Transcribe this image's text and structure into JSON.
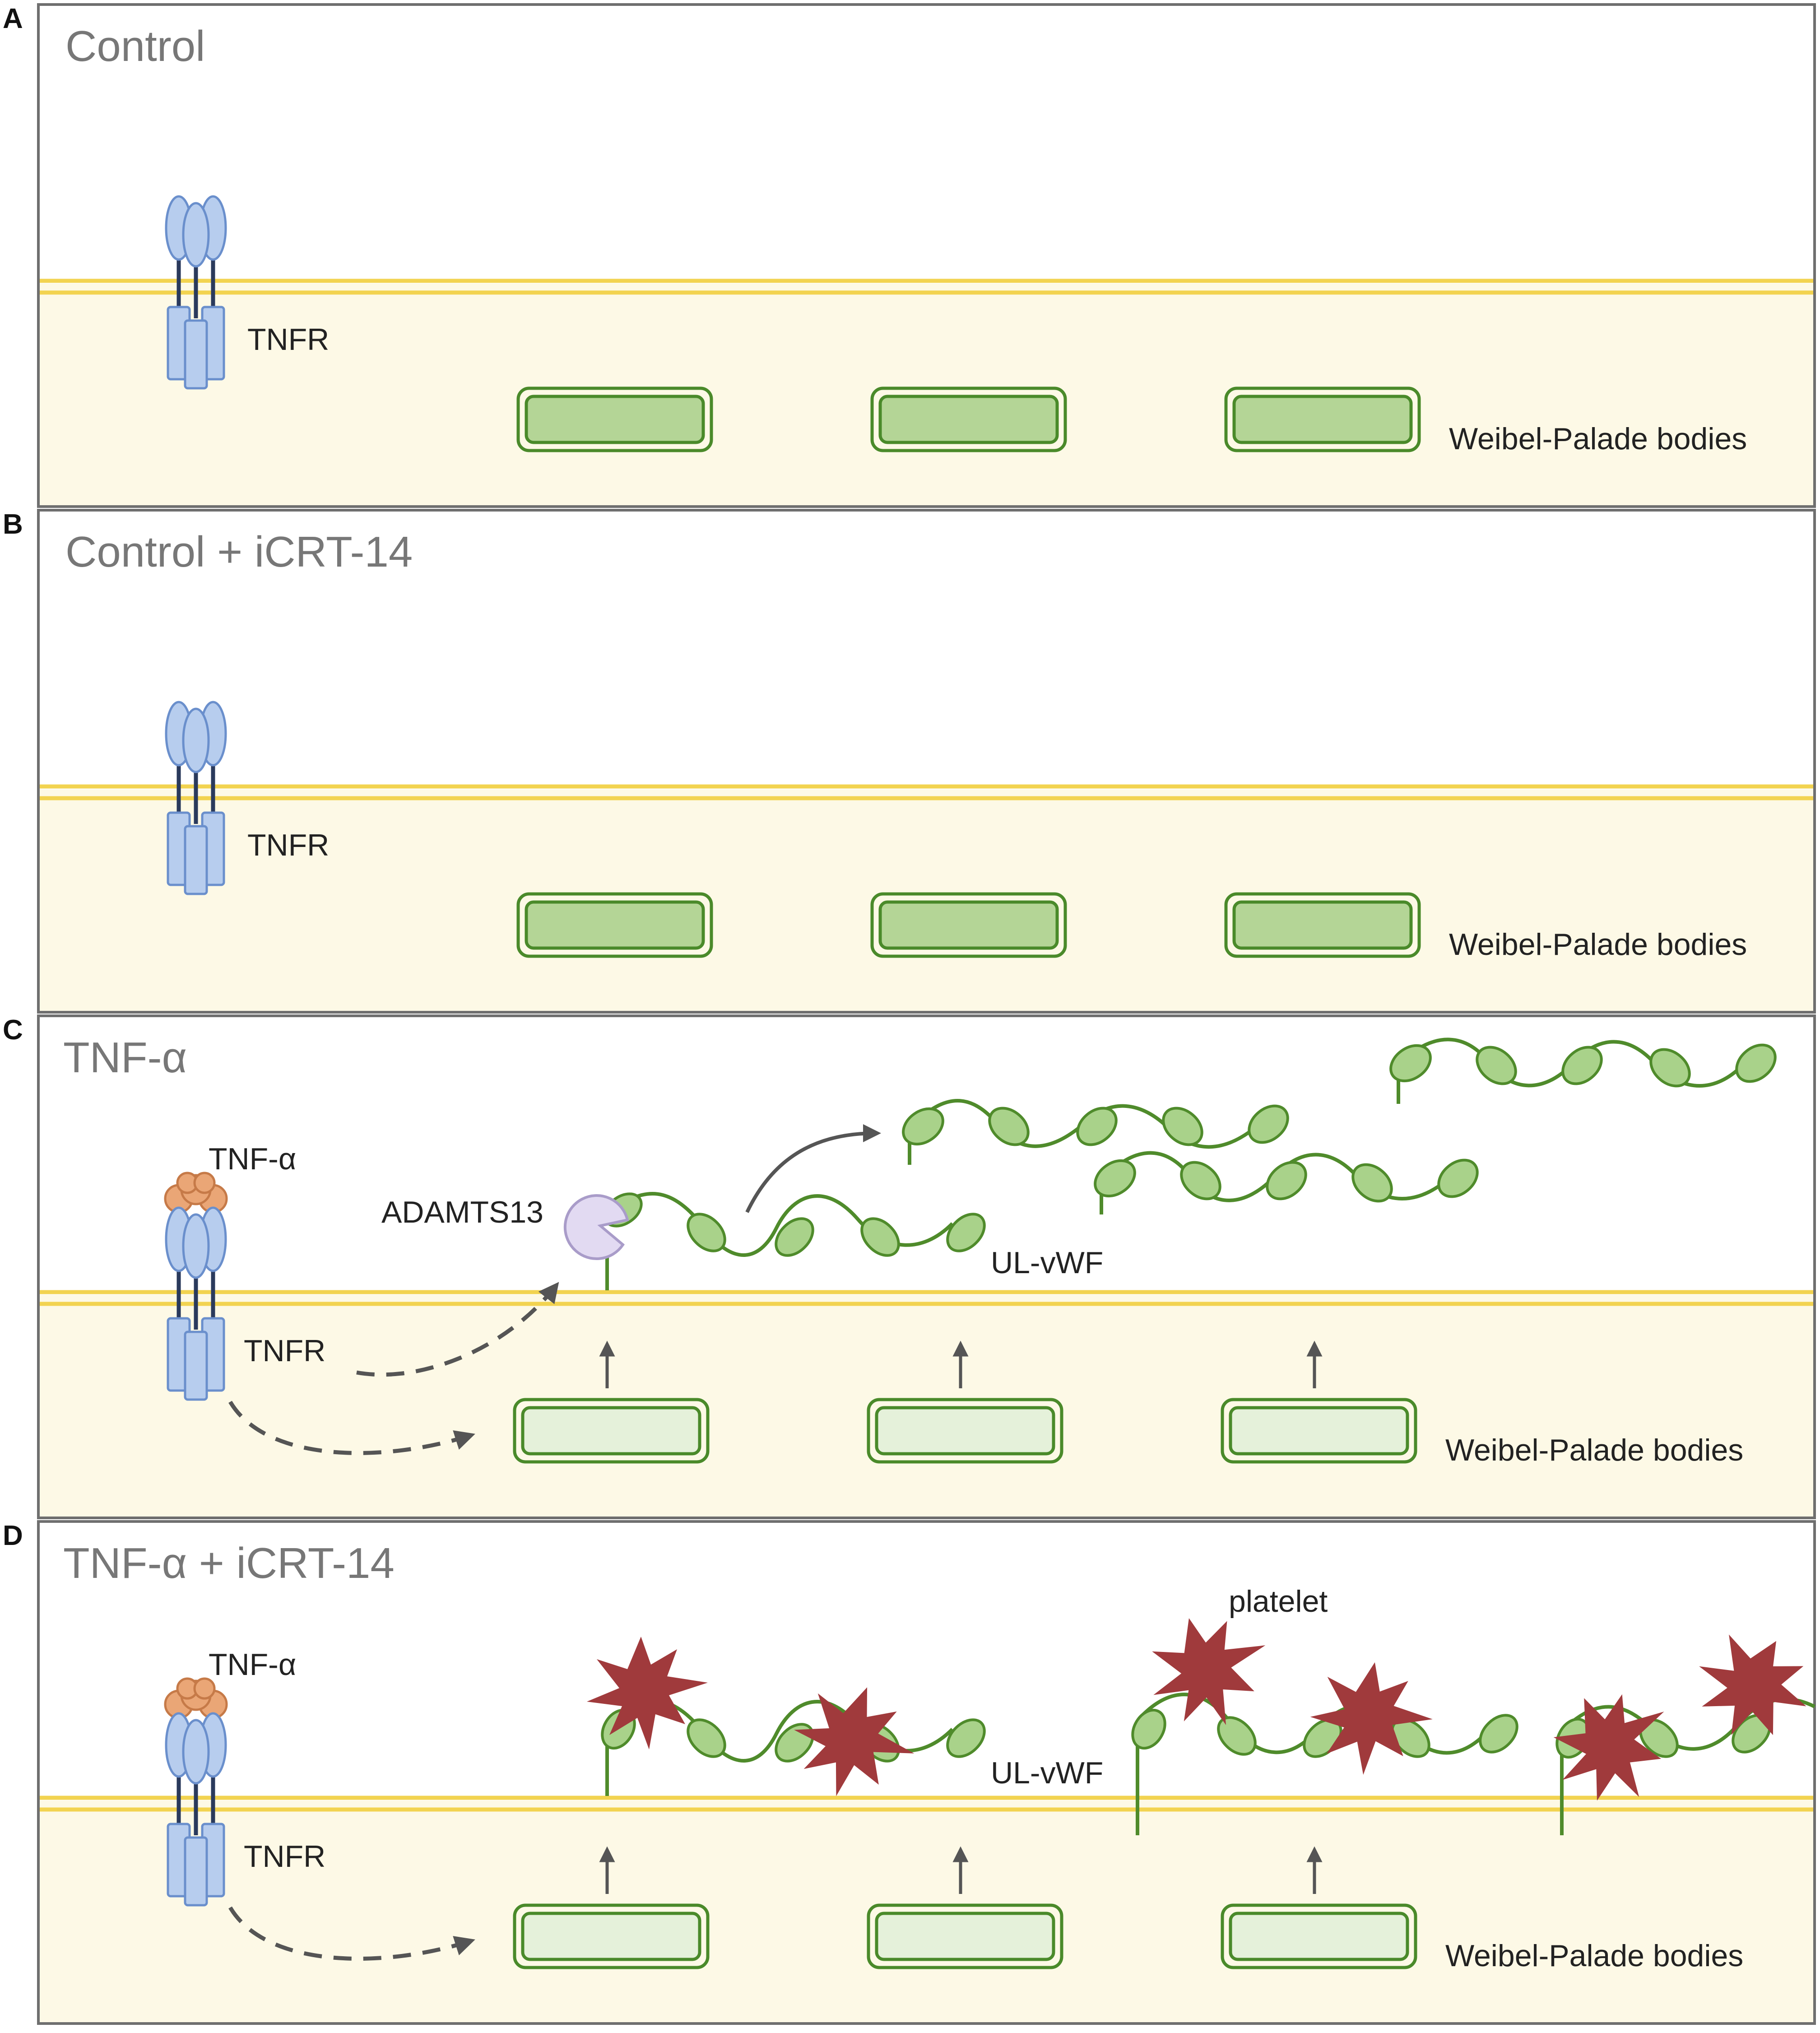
{
  "panels": [
    {
      "letter": "A",
      "title": "Control",
      "receptor_label": "TNFR",
      "wpb_label": "Weibel-Palade bodies"
    },
    {
      "letter": "B",
      "title": "Control + iCRT-14",
      "receptor_label": "TNFR",
      "wpb_label": "Weibel-Palade bodies"
    },
    {
      "letter": "C",
      "title": "TNF-α",
      "ligand_label": "TNF-α",
      "receptor_label": "TNFR",
      "enzyme_label": "ADAMTS13",
      "vwf_label": "UL-vWF",
      "wpb_label": "Weibel-Palade bodies"
    },
    {
      "letter": "D",
      "title": "TNF-α + iCRT-14",
      "ligand_label": "TNF-α",
      "receptor_label": "TNFR",
      "platelet_label": "platelet",
      "vwf_label": "UL-vWF",
      "wpb_label": "Weibel-Palade bodies"
    }
  ],
  "colors": {
    "cytoplasm": "#fdf9e6",
    "membrane": "#f2d350",
    "frame": "#6f6f6f",
    "receptor_fill": "#b7cdee",
    "receptor_stroke": "#6a8fcc",
    "ligand_fill": "#eaa676",
    "ligand_stroke": "#c67a48",
    "wpb_full": "#b4d596",
    "wpb_empty": "#e5f1da",
    "wpb_stroke": "#4a8a2a",
    "vwf_stroke": "#4f8b2b",
    "vwf_bead": "#a9d28a",
    "enzyme_fill": "#e2daf2",
    "enzyme_stroke": "#a99cc9",
    "platelet": "#a03a3c",
    "arrow": "#555555"
  },
  "icons": [
    "tnfr-receptor-icon",
    "tnf-alpha-trimer-icon",
    "weibel-palade-body-icon",
    "vwf-multimer-icon",
    "adamts13-enzyme-icon",
    "platelet-icon",
    "arrow-icon"
  ]
}
